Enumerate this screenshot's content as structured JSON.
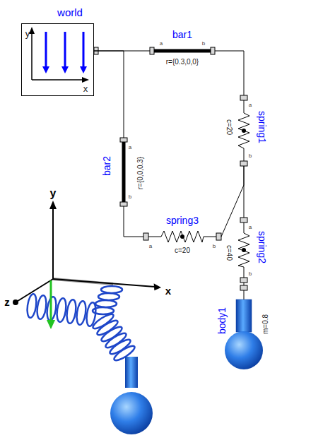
{
  "diagram": {
    "nodes": [
      {
        "text": [
          "world",
          "y",
          "x"
        ]
      },
      {
        "text": [
          "bar1",
          "a",
          "b",
          "r={0.3,0,0}"
        ]
      },
      {
        "text": [
          "spring1",
          "a",
          "b",
          "c=20"
        ]
      },
      {
        "text": [
          "bar2",
          "a",
          "b",
          "r={0,0,0.3}"
        ]
      },
      {
        "text": [
          "spring3",
          "a",
          "b",
          "c=20"
        ]
      },
      {
        "text": [
          "spring2",
          "a",
          "b",
          "c=40"
        ]
      },
      {
        "text": [
          "body1",
          "m=0.8"
        ]
      }
    ],
    "edges": [
      {
        "from": 0,
        "to": 1,
        "arrow": "none"
      },
      {
        "from": 0,
        "to": 3,
        "arrow": "none"
      },
      {
        "from": 1,
        "to": 2,
        "arrow": "none"
      },
      {
        "from": 2,
        "to": 5,
        "arrow": "none"
      },
      {
        "from": 3,
        "to": 4,
        "arrow": "none"
      },
      {
        "from": 4,
        "to": 2,
        "arrow": "none"
      },
      {
        "from": 5,
        "to": 6,
        "arrow": "none"
      }
    ],
    "labels": [
      "y",
      "x",
      "z"
    ]
  }
}
